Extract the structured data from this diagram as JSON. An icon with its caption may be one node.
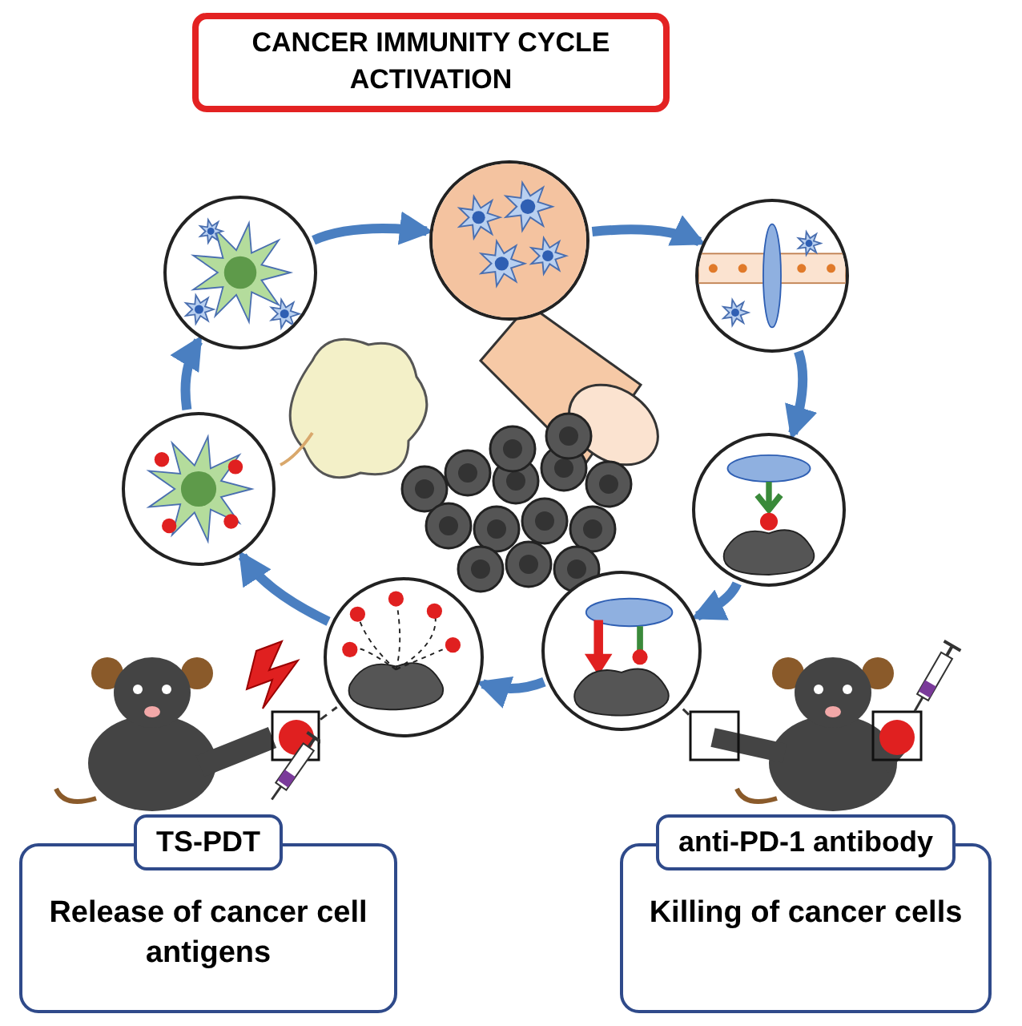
{
  "diagram": {
    "nodes": [
      {
        "text": [
          "CANCER IMMUNITY CYCLE ACTIVATION"
        ]
      },
      {
        "text": [],
        "shape": "picture"
      },
      {
        "text": [],
        "shape": "picture"
      },
      {
        "text": [],
        "shape": "picture"
      },
      {
        "text": [],
        "shape": "picture"
      },
      {
        "text": [],
        "shape": "picture"
      },
      {
        "text": [],
        "shape": "picture"
      },
      {
        "text": [],
        "shape": "picture"
      },
      {
        "text": [],
        "shape": "picture"
      },
      {
        "text": [],
        "shape": "picture"
      },
      {
        "text": [
          "TS-PDT",
          "Release of cancer cell antigens"
        ]
      },
      {
        "text": [
          "anti-PD-1 antibody",
          "Killing of cancer cells"
        ]
      }
    ],
    "edges": [
      {
        "from": 6,
        "to": 4,
        "arrow": "to"
      },
      {
        "from": 4,
        "to": 2,
        "arrow": "to"
      },
      {
        "from": 2,
        "to": 1,
        "arrow": "to"
      },
      {
        "from": 1,
        "to": 3,
        "arrow": "to"
      },
      {
        "from": 3,
        "to": 5,
        "arrow": "to"
      },
      {
        "from": 5,
        "to": 7,
        "arrow": "to"
      },
      {
        "from": 7,
        "to": 6,
        "arrow": "to"
      },
      {
        "from": 8,
        "to": 6,
        "arrow": "none",
        "style": "dashed",
        "color": "#333333"
      },
      {
        "from": 9,
        "to": 7,
        "arrow": "none",
        "style": "dashed",
        "color": "#333333"
      }
    ]
  }
}
